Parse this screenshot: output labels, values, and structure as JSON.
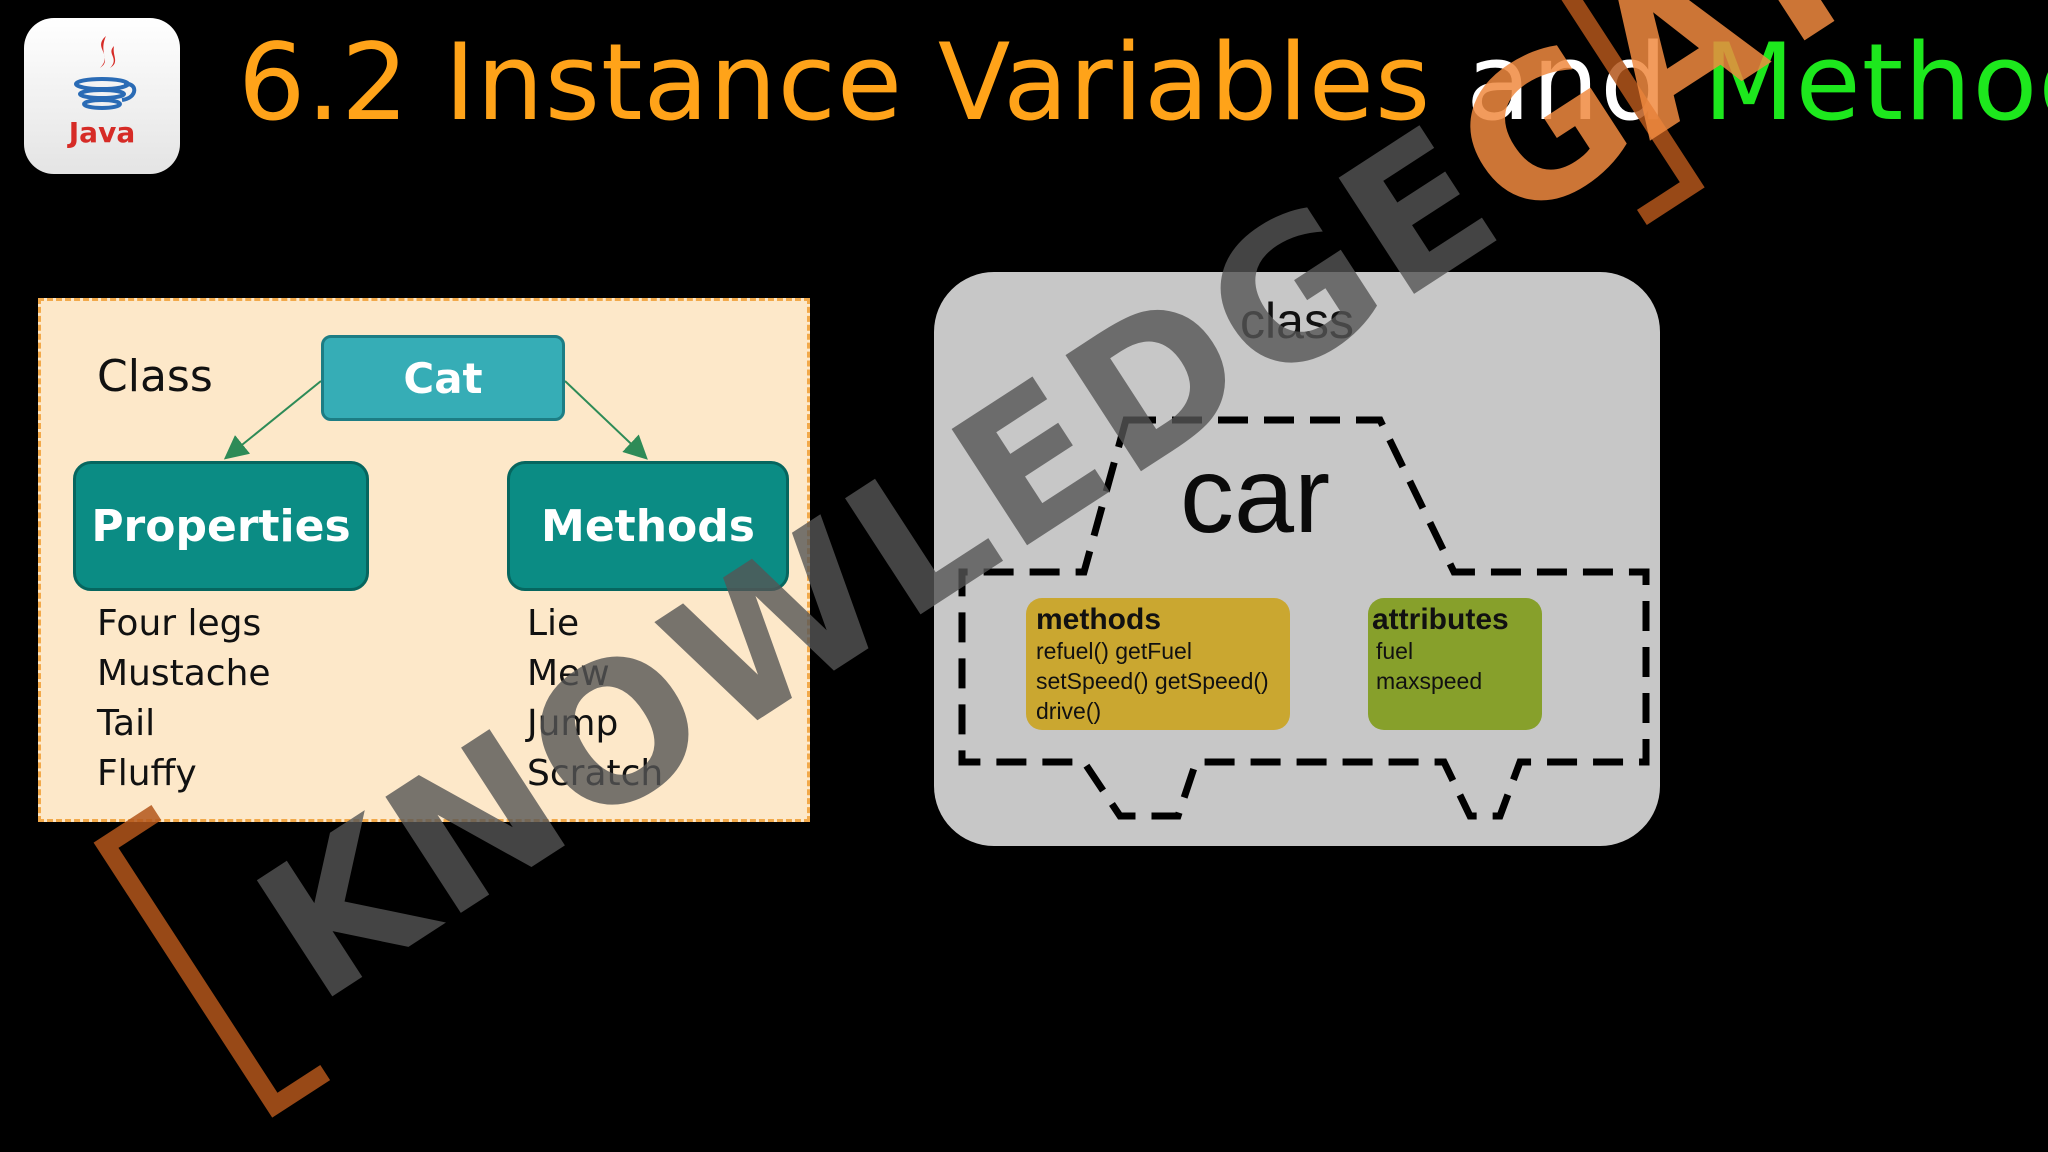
{
  "logo": {
    "text": "Java"
  },
  "title": {
    "part1": "6.2 Instance Variables",
    "part2": "and",
    "part3": "Methods"
  },
  "cat_diagram": {
    "label": "Class",
    "root": "Cat",
    "left_node": "Properties",
    "right_node": "Methods",
    "properties": [
      "Four legs",
      "Mustache",
      "Tail",
      "Fluffy"
    ],
    "methods": [
      "Lie",
      "Mew",
      "Jump",
      "Scratch"
    ]
  },
  "car_diagram": {
    "label": "class",
    "name": "car",
    "methods_box": {
      "title": "methods",
      "lines": [
        "refuel() getFuel",
        "setSpeed() getSpeed()",
        "drive()"
      ]
    },
    "attributes_box": {
      "title": "attributes",
      "lines": [
        "fuel",
        "maxspeed"
      ]
    }
  },
  "watermark": {
    "text": "KNOWLEDGEGATE"
  },
  "colors": {
    "title_orange": "#ffa319",
    "title_white": "#ffffff",
    "title_green": "#1de81d",
    "teal": "#0b8c84",
    "panel_cream": "#fde8c9",
    "methods_yellow": "#caa730",
    "attributes_green": "#87a02b"
  }
}
